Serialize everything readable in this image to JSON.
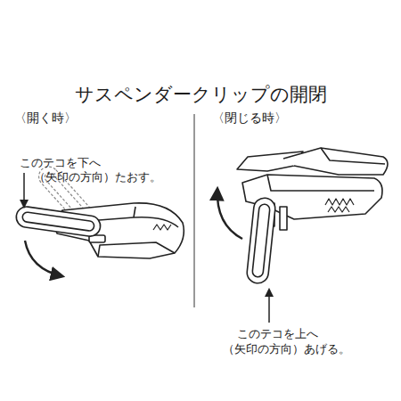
{
  "diagram": {
    "title": "サスペンダークリップの開閉",
    "labels": [
      "〈開く時〉",
      "〈閉じる時〉",
      "このテコを下へ",
      "（矢印の方向）たおす。",
      "このテコを上へ",
      "（矢印の方向）あげる。"
    ]
  }
}
